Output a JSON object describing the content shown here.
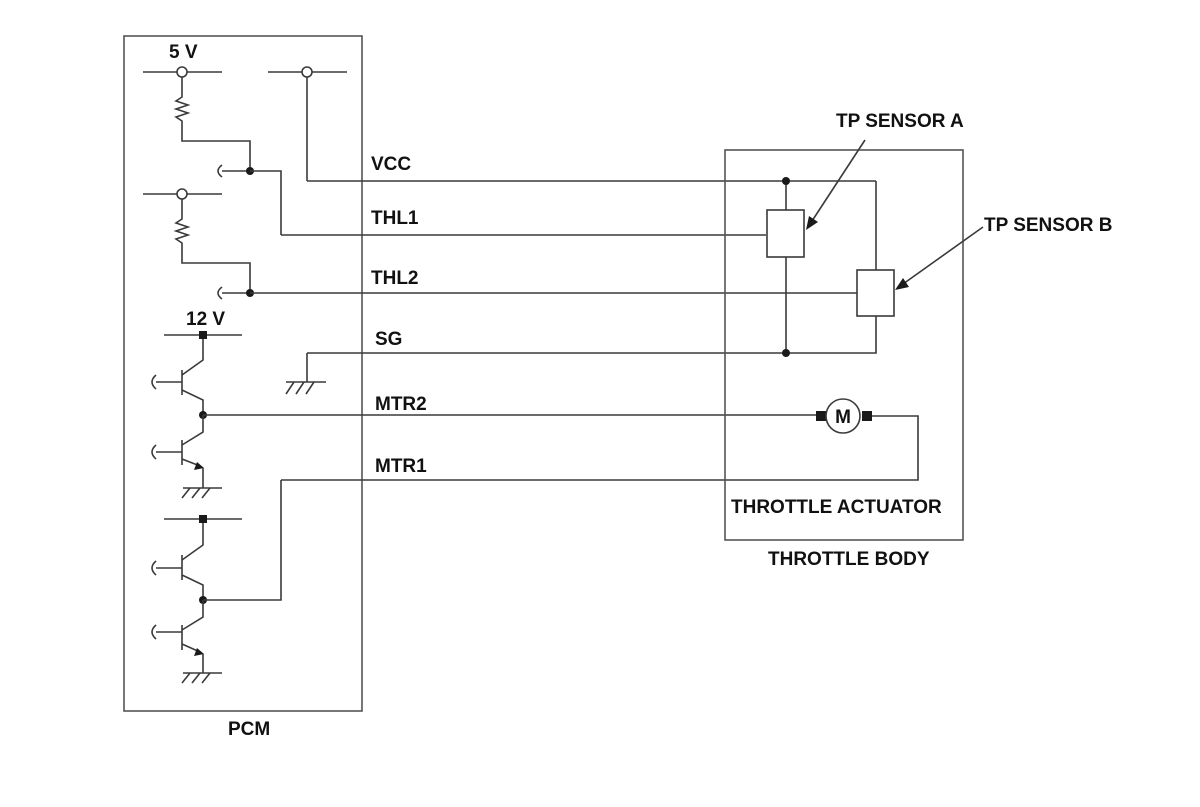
{
  "labels": {
    "supply_5v": "5 V",
    "supply_12v": "12 V",
    "vcc": "VCC",
    "thl1": "THL1",
    "thl2": "THL2",
    "sg": "SG",
    "mtr2": "MTR2",
    "mtr1": "MTR1",
    "pcm": "PCM",
    "tp_sensor_a": "TP SENSOR A",
    "tp_sensor_b": "TP SENSOR B",
    "throttle_actuator": "THROTTLE ACTUATOR",
    "throttle_body": "THROTTLE BODY",
    "motor": "M"
  },
  "colors": {
    "line": "#3a3a3a",
    "text": "#111111",
    "background": "#ffffff"
  }
}
